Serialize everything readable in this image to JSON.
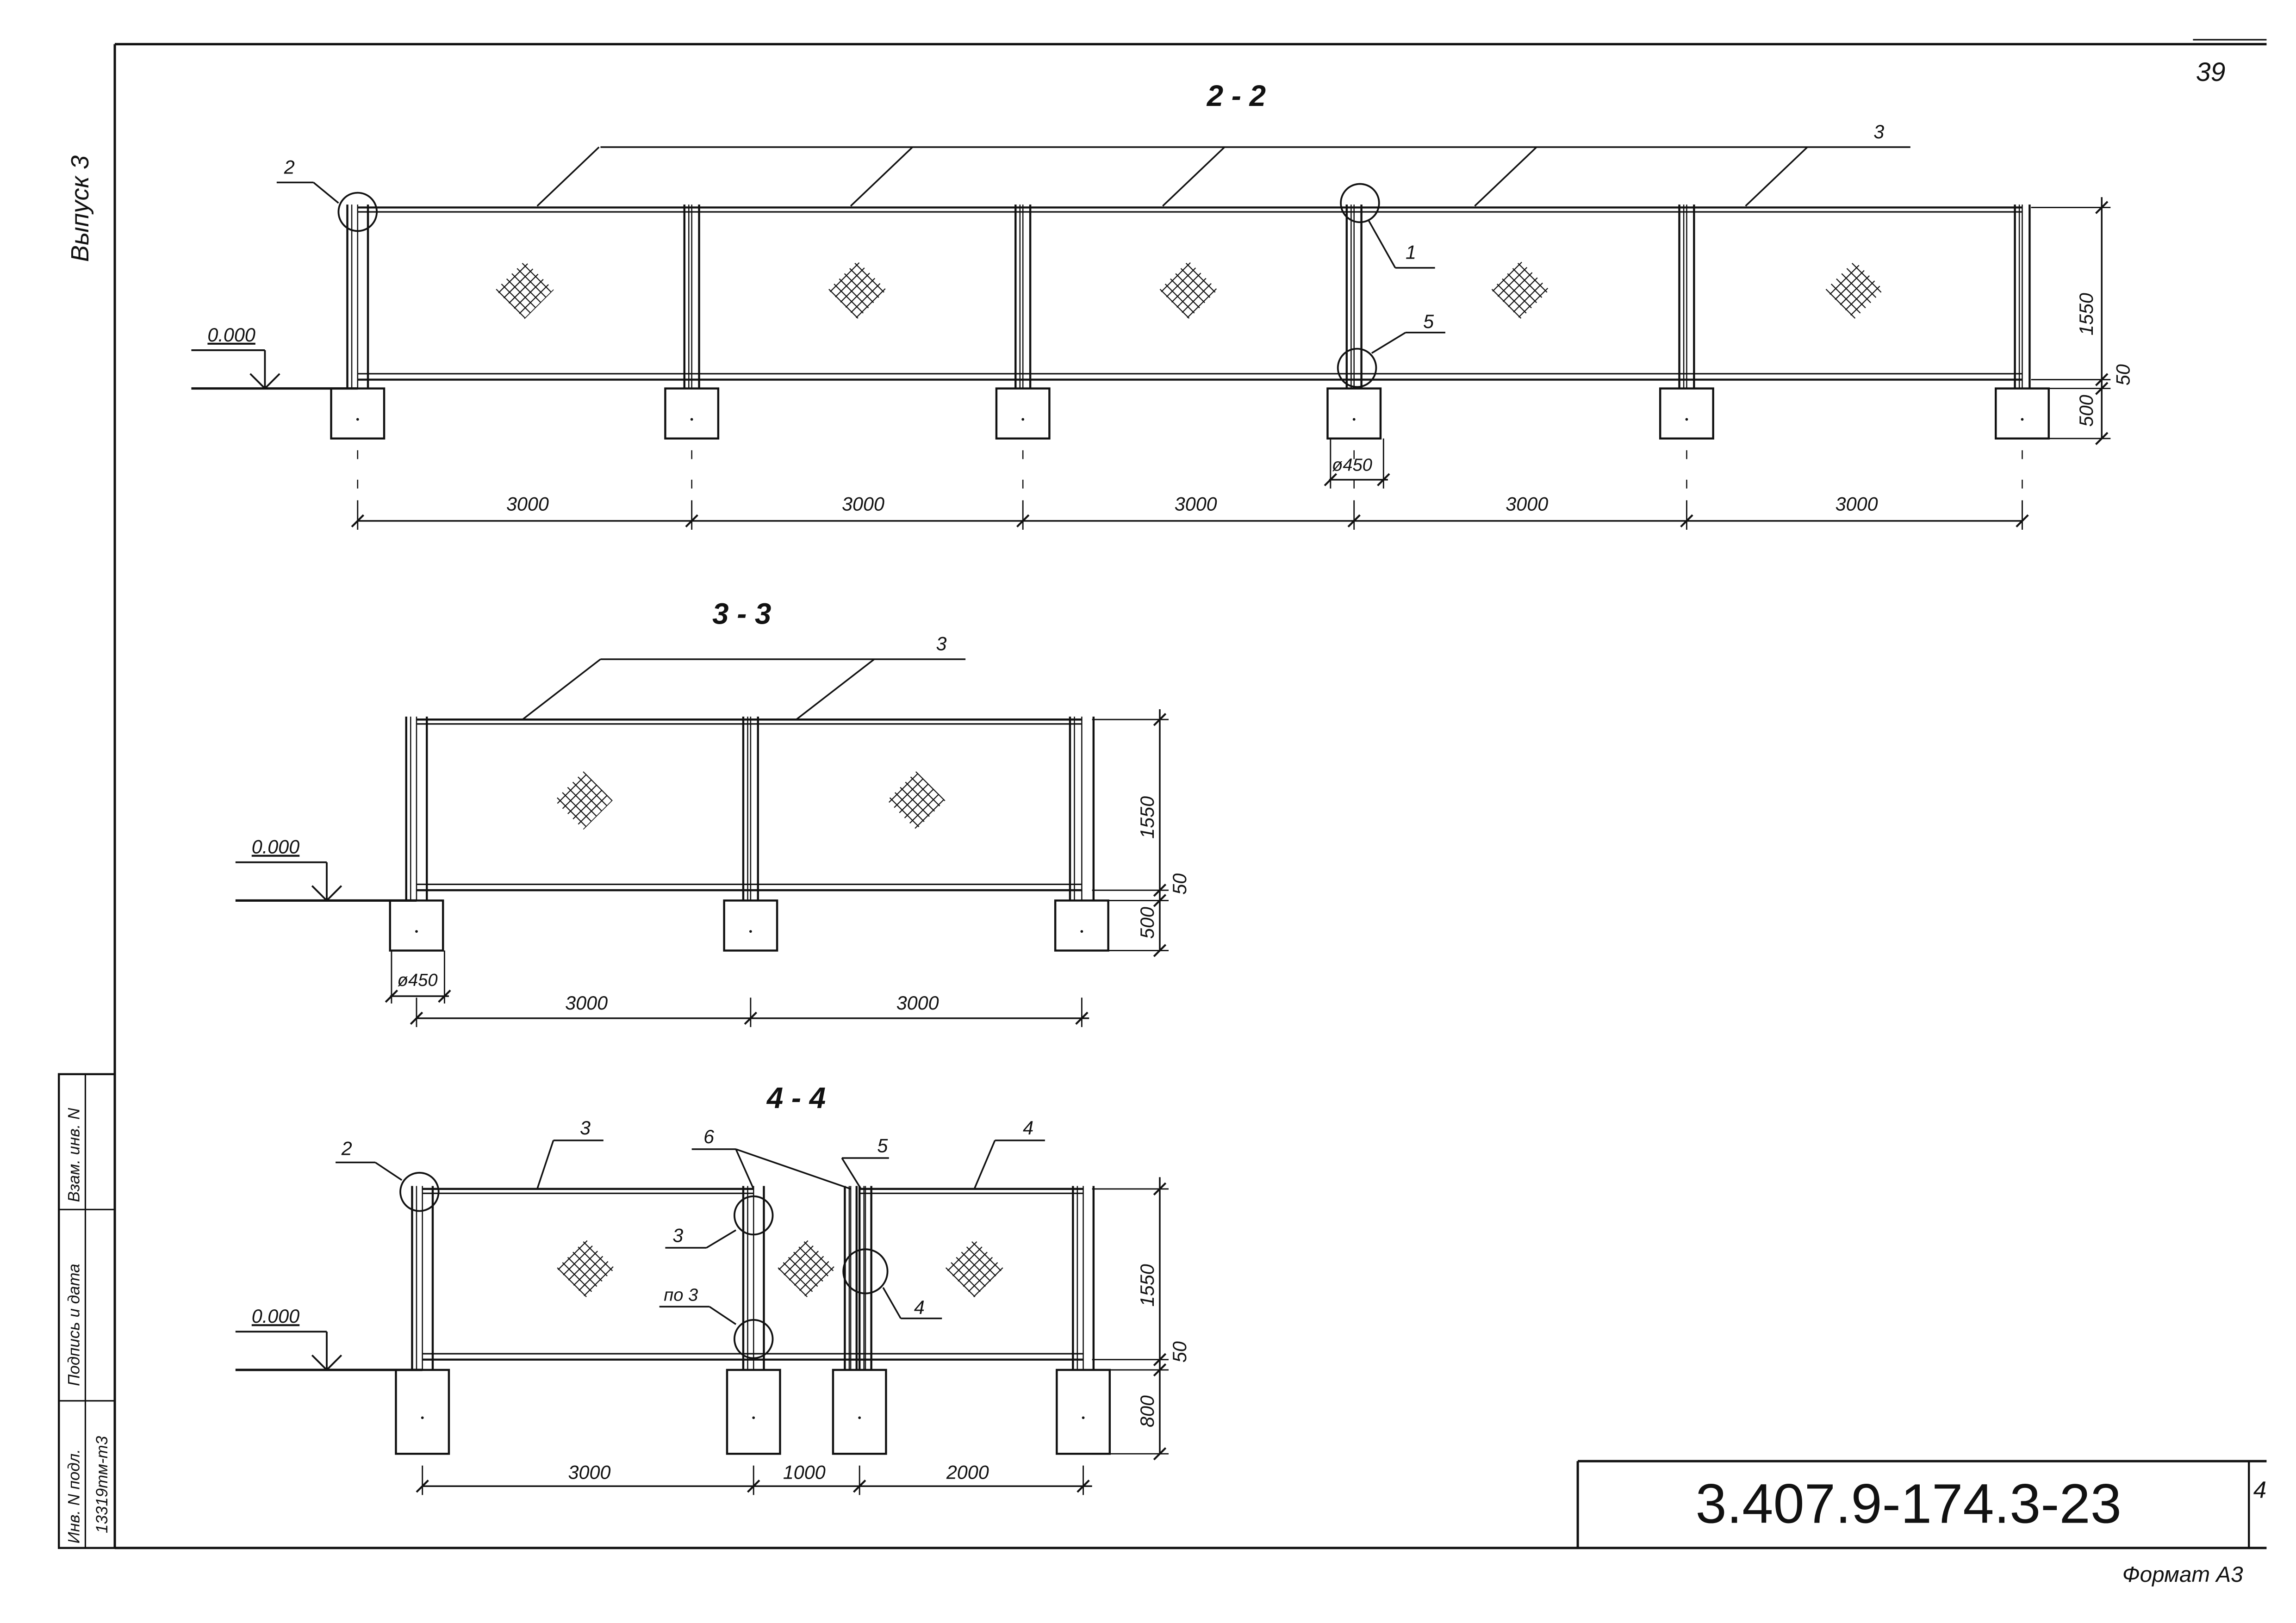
{
  "sheet": {
    "page_number": "39",
    "issue": "Выпуск 3",
    "document_code": "3.407.9-174.3-23",
    "format": "Формат А3",
    "sheet_corner": "4",
    "stamp": {
      "inv_podl_label": "Инв. N подл.",
      "inv_podl_value": "13319тм-т3",
      "sign_date_label": "Подпись и дата",
      "vzam_label": "Взам. инв. N"
    }
  },
  "section_22": {
    "title": "2 - 2",
    "level": "0.000",
    "callout_main": "3",
    "callout_corner": "2",
    "callout_1": "1",
    "callout_5": "5",
    "dims": [
      "3000",
      "3000",
      "3000",
      "3000",
      "3000"
    ],
    "dim_height": "1550",
    "dim_gap": "50",
    "dim_found": "500",
    "dim_diam": "ø450"
  },
  "section_33": {
    "title": "3 - 3",
    "level": "0.000",
    "callout_main": "3",
    "dims": [
      "3000",
      "3000"
    ],
    "dim_height": "1550",
    "dim_gap": "50",
    "dim_found": "500",
    "dim_diam": "ø450"
  },
  "section_44": {
    "title": "4 - 4",
    "level": "0.000",
    "callout_2": "2",
    "callout_3a": "3",
    "callout_6": "6",
    "callout_5": "5",
    "callout_4a": "4",
    "callout_3b": "3",
    "callout_po3": "по 3",
    "callout_4b": "4",
    "dims": [
      "3000",
      "1000",
      "2000"
    ],
    "dim_height": "1550",
    "dim_gap": "50",
    "dim_found": "800"
  }
}
